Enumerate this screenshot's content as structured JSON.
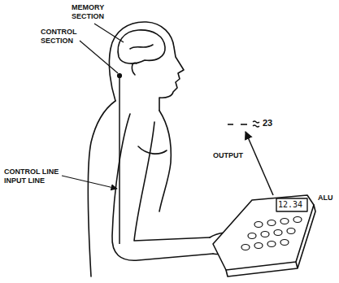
{
  "diagram": {
    "labels": [
      "MEMORY SECTION",
      "CONTROL SECTION",
      "23",
      "CONTROL LINE INPUT LINE",
      "OUTPUT",
      "ALU",
      "12.34"
    ]
  }
}
